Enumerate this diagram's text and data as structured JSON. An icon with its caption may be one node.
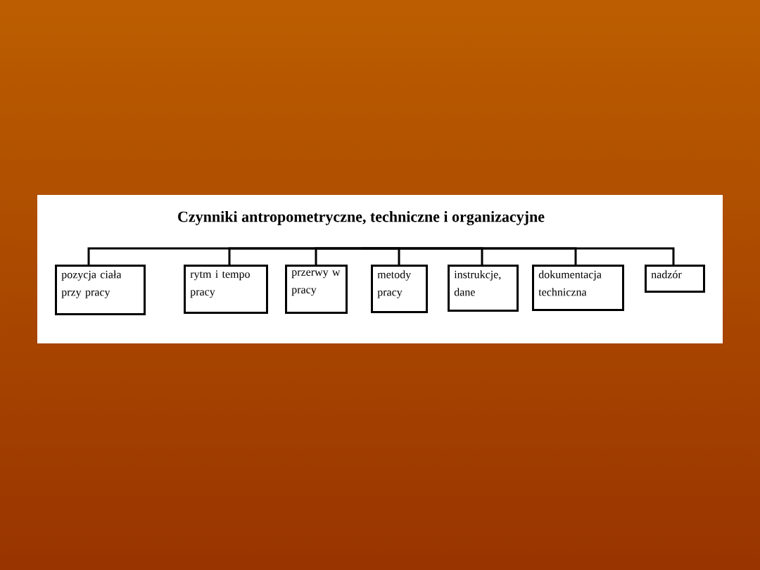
{
  "diagram": {
    "nodes": [
      {
        "text": [
          "Czynniki antropometryczne, techniczne i organizacyjne"
        ]
      },
      {
        "text": [
          "pozycja ciała przy pracy"
        ]
      },
      {
        "text": [
          "rytm i tempo pracy"
        ]
      },
      {
        "text": [
          "przerwy w pracy"
        ]
      },
      {
        "text": [
          "metody pracy"
        ]
      },
      {
        "text": [
          "instrukcje, dane"
        ]
      },
      {
        "text": [
          "dokumentacja techniczna"
        ]
      },
      {
        "text": [
          "nadzór"
        ]
      }
    ],
    "edges": [
      {
        "from": 0,
        "to": 1,
        "arrow": "none"
      },
      {
        "from": 0,
        "to": 2,
        "arrow": "none"
      },
      {
        "from": 0,
        "to": 3,
        "arrow": "none"
      },
      {
        "from": 0,
        "to": 4,
        "arrow": "none"
      },
      {
        "from": 0,
        "to": 5,
        "arrow": "none"
      },
      {
        "from": 0,
        "to": 6,
        "arrow": "none"
      },
      {
        "from": 0,
        "to": 7,
        "arrow": "none"
      }
    ]
  }
}
